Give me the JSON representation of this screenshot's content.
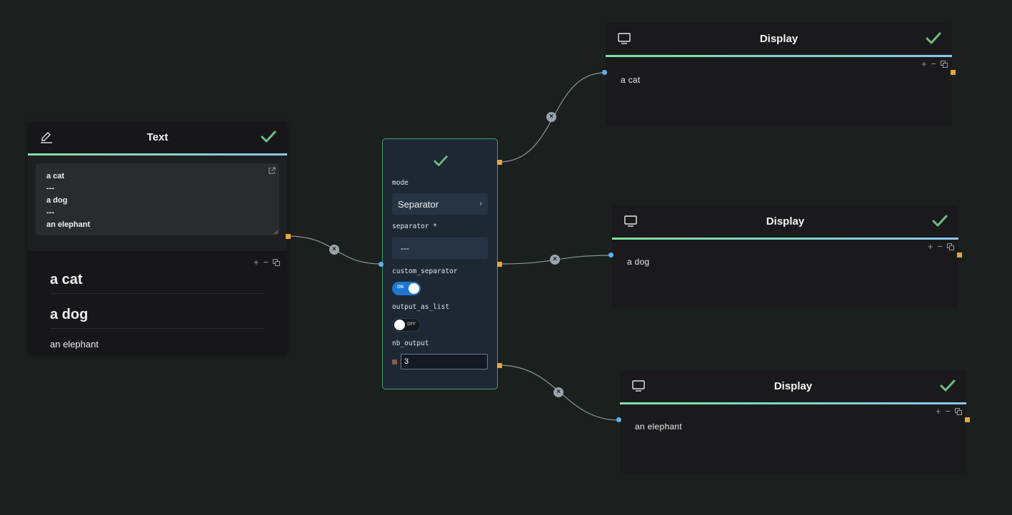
{
  "text_node": {
    "title": "Text",
    "textarea_lines": [
      "a cat",
      "---",
      "a dog",
      "---",
      "an elephant"
    ],
    "output_items": [
      "a cat",
      "a dog",
      "an elephant"
    ]
  },
  "split_node": {
    "mode_label": "mode",
    "mode_value": "Separator",
    "separator_label": "separator *",
    "separator_value": "---",
    "custom_separator_label": "custom_separator",
    "custom_separator_state": "ON",
    "output_as_list_label": "output_as_list",
    "output_as_list_state": "OFF",
    "nb_output_label": "nb_output",
    "nb_output_value": "3"
  },
  "display_nodes": [
    {
      "title": "Display",
      "text": "a cat"
    },
    {
      "title": "Display",
      "text": "a dog"
    },
    {
      "title": "Display",
      "text": "an elephant"
    }
  ],
  "controls": {
    "add": "+",
    "remove": "−"
  },
  "edge_remove_glyph": "×",
  "icons": {
    "edit": "pencil-icon",
    "status": "checkmark-icon",
    "display": "monitor-icon",
    "popout": "external-link-icon",
    "copy": "copy-icon",
    "chevron": "chevron-right-icon"
  },
  "colors": {
    "canvas": "#1b201f",
    "accent_green": "#7ee0a0",
    "accent_blue": "#8bc7ef",
    "check": "#6fbf7e",
    "input_handle": "#5eb2f0",
    "output_handle": "#e8a63c",
    "toggle_on": "#1f76d0",
    "split_border": "#3ea068"
  }
}
